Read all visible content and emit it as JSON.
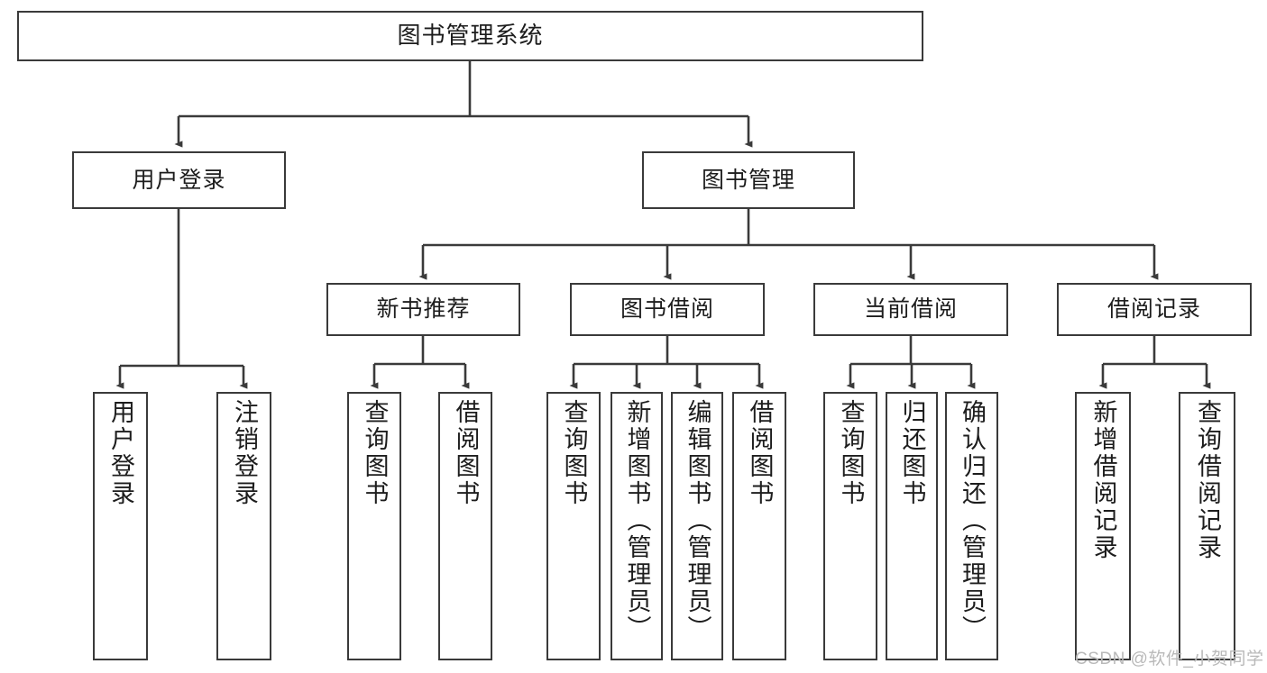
{
  "diagram": {
    "title": "图书管理系统",
    "type": "tree-hierarchy",
    "style": {
      "background": "#ffffff",
      "box_border": "#3a3a3a",
      "box_fill": "#ffffff",
      "edge_color": "#3a3a3a",
      "text_color": "#1d1d1d",
      "watermark_color": "#b9b9b9"
    },
    "nodes": {
      "root": {
        "label": "图书管理系统"
      },
      "level1": [
        {
          "id": "user-login",
          "label": "用户登录"
        },
        {
          "id": "book-manage",
          "label": "图书管理"
        }
      ],
      "level2": [
        {
          "id": "new-book-rec",
          "label": "新书推荐"
        },
        {
          "id": "book-borrow",
          "label": "图书借阅"
        },
        {
          "id": "current-borrow",
          "label": "当前借阅"
        },
        {
          "id": "borrow-record",
          "label": "借阅记录"
        }
      ],
      "leaves": {
        "user_login": [
          {
            "id": "leaf-user-login",
            "label": "用户登录"
          },
          {
            "id": "leaf-logout-login",
            "label": "注销登录"
          }
        ],
        "new_book_rec": [
          {
            "id": "leaf-query-book-1",
            "label": "查询图书"
          },
          {
            "id": "leaf-borrow-book-1",
            "label": "借阅图书"
          }
        ],
        "book_borrow": [
          {
            "id": "leaf-query-book-2",
            "label": "查询图书"
          },
          {
            "id": "leaf-add-book",
            "label": "新增图书（管理员）"
          },
          {
            "id": "leaf-edit-book",
            "label": "编辑图书（管理员）"
          },
          {
            "id": "leaf-borrow-book-2",
            "label": "借阅图书"
          }
        ],
        "current_borrow": [
          {
            "id": "leaf-query-book-3",
            "label": "查询图书"
          },
          {
            "id": "leaf-return-book",
            "label": "归还图书"
          },
          {
            "id": "leaf-confirm-return",
            "label": "确认归还（管理员）"
          }
        ],
        "borrow_record": [
          {
            "id": "leaf-add-record",
            "label": "新增借阅记录"
          },
          {
            "id": "leaf-query-record",
            "label": "查询借阅记录"
          }
        ]
      }
    },
    "watermark": "CSDN @软件_小贺同学"
  }
}
